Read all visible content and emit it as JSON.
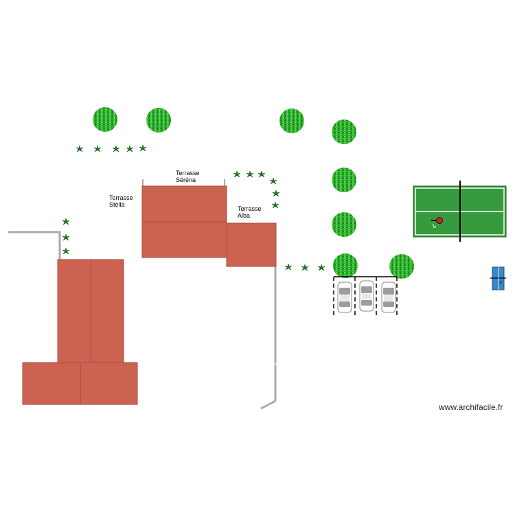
{
  "labels": {
    "serena_line1": "Terrasse",
    "serena_line2": "Séréna",
    "stella_line1": "Terrasse",
    "stella_line2": "Stella",
    "alba_line1": "Terrasse",
    "alba_line2": "Alba"
  },
  "watermark": "www.archifacile.fr",
  "colors": {
    "roof": "#cc6251",
    "roof_edge": "#a84a3c",
    "wall": "#aaaaaa",
    "tree_green": "#1fa81f",
    "tree_dark": "#0c6e0c",
    "court_green": "#389a3e",
    "table_blue": "#3a86c8"
  },
  "icons": {
    "tree": "tree-icon",
    "shrub": "shrub-icon",
    "car": "car-icon",
    "ping_pong": "ping-pong-table-icon"
  }
}
